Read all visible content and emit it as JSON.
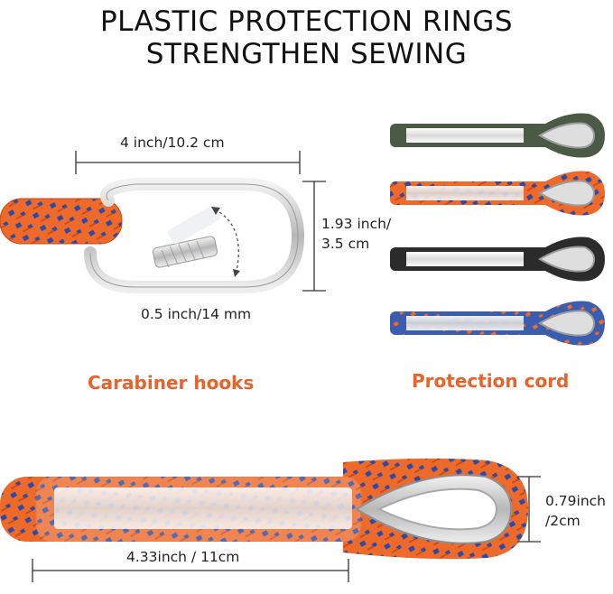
{
  "title": {
    "line1": "PLASTIC PROTECTION RINGS",
    "line2": "STRENGTHEN SEWING"
  },
  "carabiner": {
    "width_label": "4 inch/10.2 cm",
    "height_label_1": "1.93 inch/",
    "height_label_2": "3.5 cm",
    "gate_label": "0.5 inch/14 mm",
    "caption": "Carabiner hooks"
  },
  "cords": {
    "caption": "Protection cord",
    "colors": [
      "#4a5a45",
      "#e8622c",
      "#2b2b2b",
      "#3a5db0"
    ]
  },
  "loop": {
    "length_label": "4.33inch / 11cm",
    "height_label_1": "0.79inch",
    "height_label_2": "/2cm"
  },
  "colors": {
    "accent": "#e8622c",
    "rope_orange": "#ee6a2a",
    "rope_blue": "#2c4aa8"
  }
}
